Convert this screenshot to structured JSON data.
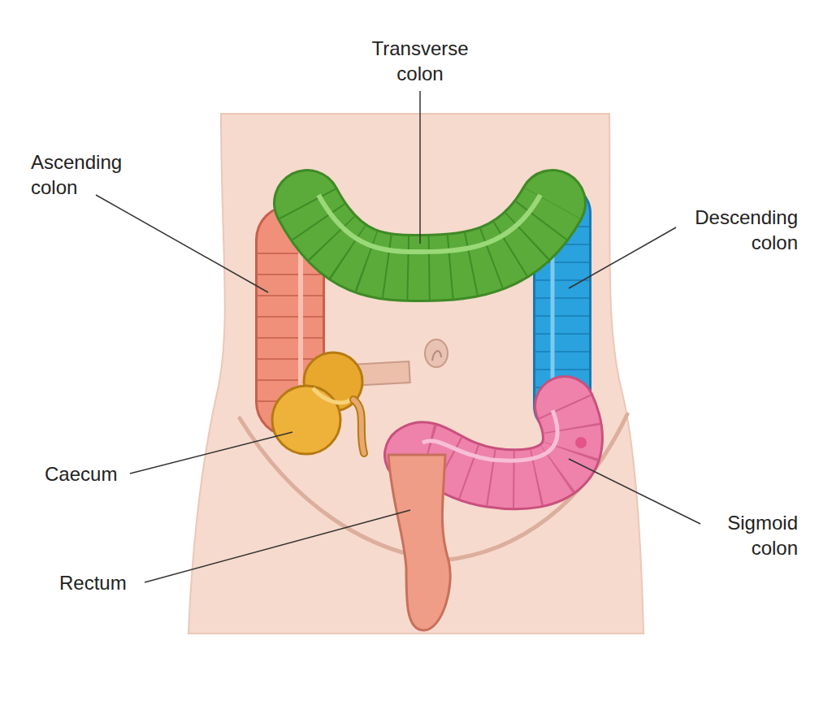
{
  "diagram": {
    "labels": [
      "Transverse colon",
      "Ascending colon",
      "Descending colon",
      "Caecum",
      "Sigmoid colon",
      "Rectum"
    ]
  }
}
